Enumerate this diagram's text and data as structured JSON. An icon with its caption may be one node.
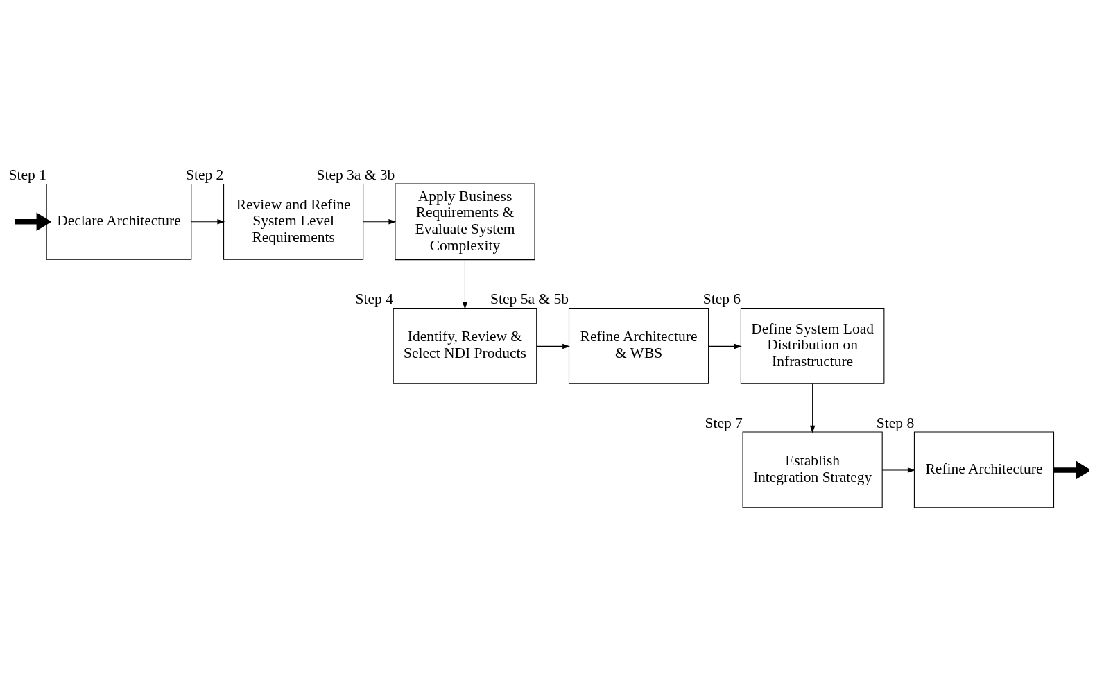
{
  "diagram": {
    "nodes": [
      {
        "text": [
          "Declare Architecture"
        ],
        "beside": [
          "Step 1"
        ]
      },
      {
        "text": [
          "Review and Refine System Level Requirements"
        ],
        "beside": [
          "Step 2"
        ]
      },
      {
        "text": [
          "Apply Business Requirements & Evaluate System Complexity"
        ],
        "beside": [
          "Step 3a & 3b"
        ]
      },
      {
        "text": [
          "Identify, Review & Select NDI Products"
        ],
        "beside": [
          "Step 4"
        ]
      },
      {
        "text": [
          "Refine Architecture & WBS"
        ],
        "beside": [
          "Step 5a & 5b"
        ]
      },
      {
        "text": [
          "Define System Load Distribution on Infrastructure"
        ],
        "beside": [
          "Step 6"
        ]
      },
      {
        "text": [
          "Establish Integration Strategy"
        ],
        "beside": [
          "Step 7"
        ]
      },
      {
        "text": [
          "Refine Architecture"
        ],
        "beside": [
          "Step 8"
        ]
      }
    ],
    "edges": [
      {
        "from": null,
        "to": 0,
        "arrow": "to",
        "style": "thick"
      },
      {
        "from": 0,
        "to": 1,
        "arrow": "to"
      },
      {
        "from": 1,
        "to": 2,
        "arrow": "to"
      },
      {
        "from": 2,
        "to": 3,
        "arrow": "to"
      },
      {
        "from": 3,
        "to": 4,
        "arrow": "to"
      },
      {
        "from": 4,
        "to": 5,
        "arrow": "to"
      },
      {
        "from": 5,
        "to": 6,
        "arrow": "to"
      },
      {
        "from": 6,
        "to": 7,
        "arrow": "to"
      },
      {
        "from": 7,
        "to": null,
        "arrow": "to",
        "style": "thick"
      }
    ]
  }
}
